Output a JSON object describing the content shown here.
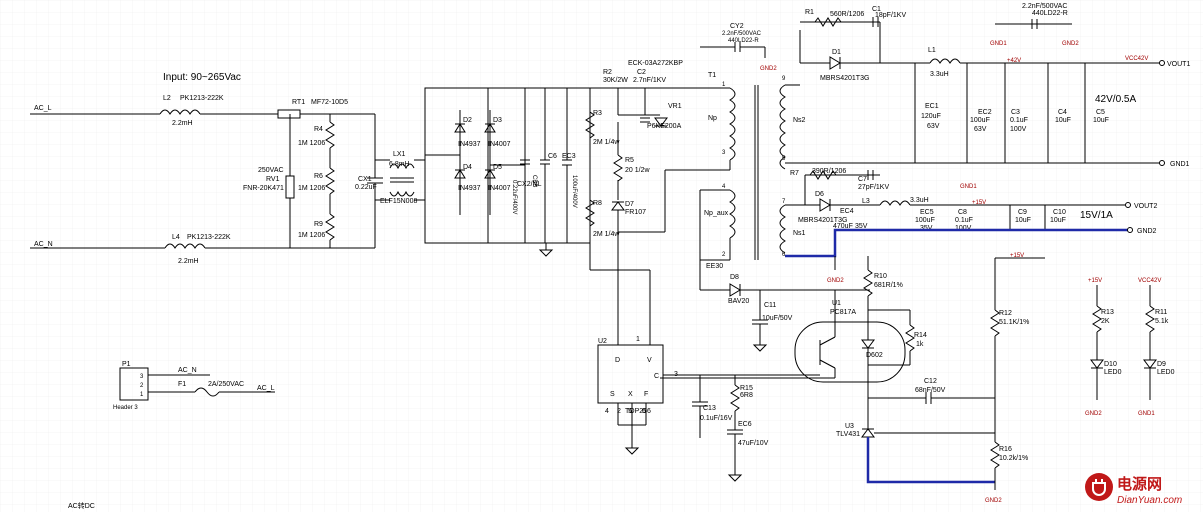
{
  "colors": {
    "wire": "#000000",
    "bold_wire": "#1f2aa8",
    "net_label": "#a00000",
    "watermark": "#c01818",
    "grid": "#d8d8d8"
  },
  "title": "Input: 90~265Vac",
  "footer": "AC转DC",
  "watermark": {
    "brand": "电源网",
    "url": "DianYuan.com"
  },
  "nets": {
    "ac_l": "AC_L",
    "ac_n": "AC_N",
    "ac_n2": "AC_N",
    "ac_l2": "AC_L",
    "vout1": "VOUT1",
    "gnd1": "GND1",
    "vout2": "VOUT2",
    "gnd2": "GND2",
    "vcc42": "VCC42V",
    "p42": "+42V",
    "p15": "+15V",
    "p15b": "+15V",
    "p15c": "+15V",
    "vcc42b": "VCC42V",
    "gnd1_a": "GND1",
    "gnd2_a": "GND2",
    "gnd2_b": "GND2",
    "gnd1_b": "GND1",
    "gnd2_c": "GND2",
    "gnd2_d": "GND2",
    "gnd1_c": "GND1"
  },
  "outputs": {
    "o1": "42V/0.5A",
    "o2": "15V/1A"
  },
  "components": {
    "L2": {
      "ref": "L2",
      "val": "PK1213-222K",
      "val2": "2.2mH"
    },
    "L4": {
      "ref": "L4",
      "val": "PK1213-222K",
      "val2": "2.2mH"
    },
    "RT1": {
      "ref": "RT1",
      "val": "MF72-10D5"
    },
    "RV1": {
      "ref": "RV1",
      "val": "250VAC",
      "val2": "FNR-20K471"
    },
    "R4": {
      "ref": "R4",
      "val": "1M 1206"
    },
    "R6": {
      "ref": "R6",
      "val": "1M 1206"
    },
    "R9": {
      "ref": "R9",
      "val": "1M 1206"
    },
    "CX1": {
      "ref": "CX1",
      "val": "0.22uF"
    },
    "LX1": {
      "ref": "LX1",
      "val": "6.8mH",
      "val2": "ELF15N008"
    },
    "D2": "D2",
    "D3": "D3",
    "D4": "D4",
    "D5": "D5",
    "D2v": "IN4937",
    "D3v": "IN4007",
    "D4v": "IN4937",
    "D5v": "IN4007",
    "CBB": {
      "ref": "CBB",
      "val": "0.22uF/400V"
    },
    "C6": {
      "ref": "C6",
      "val": "CX2/NL"
    },
    "EC3": {
      "ref": "EC3",
      "val": "100uF/400V"
    },
    "R2": {
      "ref": "R2",
      "val": "30K/2W"
    },
    "C2": {
      "ref": "C2",
      "val": "2.7nF/1KV"
    },
    "VR1": {
      "ref": "VR1",
      "val": "P6KE200A"
    },
    "R3": {
      "ref": "R3",
      "val": "2M 1/4w"
    },
    "R5": {
      "ref": "R5",
      "val": "20 1/2w"
    },
    "R8": {
      "ref": "R8",
      "val": "2M 1/4w"
    },
    "D7": {
      "ref": "D7",
      "val": "FR107"
    },
    "CY2": {
      "ref": "CY2",
      "val": "2.2nF/500VAC",
      "val2": "440LD22-R"
    },
    "T1": {
      "ref": "T1",
      "val": "ECK-03A272KBP",
      "core": "EE30",
      "np": "Np",
      "ns2": "Ns2",
      "ns1": "Ns1",
      "npaux": "Np_aux",
      "p1": "1",
      "p3": "3",
      "p4": "4",
      "p2": "2",
      "p9": "9",
      "p5": "5",
      "p7": "7",
      "p6": "6"
    },
    "R1": {
      "ref": "R1",
      "val": "560R/1206"
    },
    "C1": {
      "ref": "C1",
      "val": "18pF/1KV"
    },
    "D1": {
      "ref": "D1",
      "val": "MBRS4201T3G"
    },
    "L1": {
      "ref": "L1",
      "val": "3.3uH"
    },
    "EC1": {
      "ref": "EC1",
      "val": "120uF",
      "val2": "63V"
    },
    "EC2": {
      "ref": "EC2",
      "val": "100uF",
      "val2": "63V"
    },
    "C3": {
      "ref": "C3",
      "val": "0.1uF",
      "val2": "100V"
    },
    "C4": {
      "ref": "C4",
      "val": "10uF"
    },
    "C5": {
      "ref": "C5",
      "val": "10uF"
    },
    "CY1": {
      "ref": "2.2nF/500VAC",
      "val": "440LD22-R"
    },
    "R7": {
      "ref": "R7",
      "val": "390R/1206"
    },
    "C7": {
      "ref": "C7",
      "val": "27pF/1KV"
    },
    "D6": {
      "ref": "D6",
      "val": "MBRS4201T3G"
    },
    "EC4": {
      "ref": "EC4",
      "val": "470uF",
      "val2": "35V"
    },
    "L3": {
      "ref": "L3",
      "val": "3.3uH"
    },
    "EC5": {
      "ref": "EC5",
      "val": "100uF",
      "val2": "35V"
    },
    "C8": {
      "ref": "C8",
      "val": "0.1uF",
      "val2": "100V"
    },
    "C9": {
      "ref": "C9",
      "val": "10uF"
    },
    "C10": {
      "ref": "C10",
      "val": "10uF"
    },
    "D8": {
      "ref": "D8",
      "val": "BAV20"
    },
    "C11": {
      "ref": "C11",
      "val": "10uF/50V"
    },
    "U1": {
      "ref": "U1",
      "val": "PC817A"
    },
    "R10": {
      "ref": "R10",
      "val": "681R/1%"
    },
    "R14": {
      "ref": "R14",
      "val": "1k"
    },
    "D602": "D602",
    "U2": {
      "ref": "U2",
      "val": "TOP256",
      "pD": "D",
      "pV": "V",
      "pC": "C",
      "pS": "S",
      "pX": "X",
      "pF": "F",
      "n4": "4",
      "n2": "2",
      "n5": "5",
      "n3": "3",
      "n1": "1",
      "n6": "6"
    },
    "C13": {
      "ref": "C13",
      "val": "0.1uF/16V"
    },
    "R15": {
      "ref": "R15",
      "val": "6R8"
    },
    "EC6": {
      "ref": "EC6",
      "val": "47uF/10V"
    },
    "C12": {
      "ref": "C12",
      "val": "68nF/50V"
    },
    "U3": {
      "ref": "U3",
      "val": "TLV431"
    },
    "R12": {
      "ref": "R12",
      "val": "51.1K/1%"
    },
    "R16": {
      "ref": "R16",
      "val": "10.2k/1%"
    },
    "R13": {
      "ref": "R13",
      "val": "2K"
    },
    "R11": {
      "ref": "R11",
      "val": "5.1k"
    },
    "D10": {
      "ref": "D10",
      "val": "LED0"
    },
    "D9": {
      "ref": "D9",
      "val": "LED0"
    },
    "P1": {
      "ref": "P1",
      "val": "Header 3",
      "p1": "1",
      "p2": "2",
      "p3": "3"
    },
    "F1": {
      "ref": "F1",
      "val": "2A/250VAC"
    }
  }
}
